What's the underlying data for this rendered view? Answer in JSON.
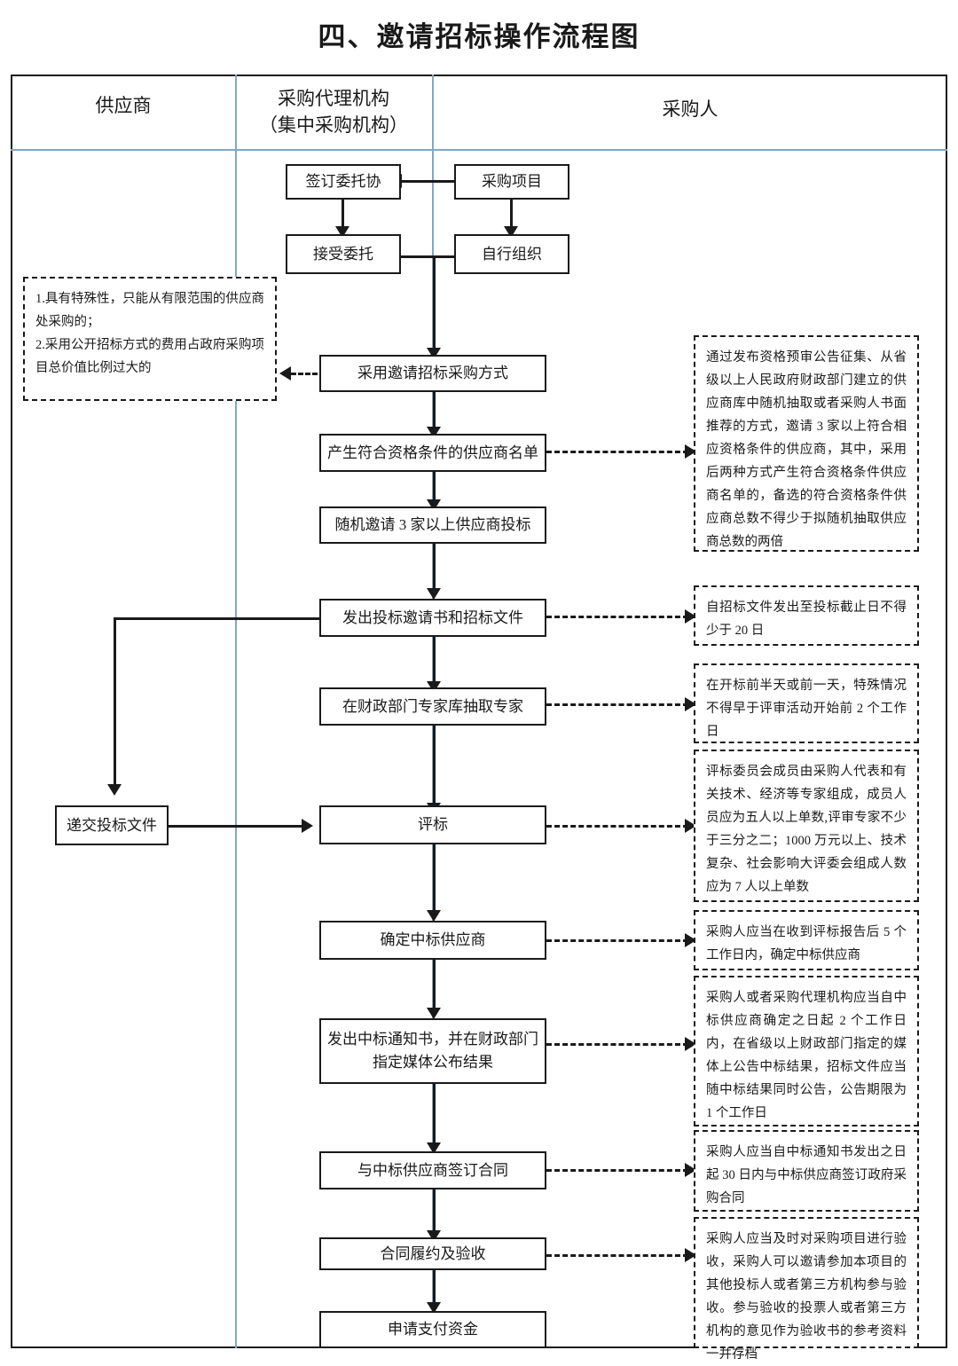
{
  "title": "四、邀请招标操作流程图",
  "lanes": [
    {
      "id": "supplier",
      "label": "供应商"
    },
    {
      "id": "agency",
      "label": "采购代理机构\n（集中采购机构）",
      "line1": "采购代理机构",
      "line2": "（集中采购机构）"
    },
    {
      "id": "buyer",
      "label": "采购人"
    }
  ],
  "nodes": {
    "sign_entrust": "签订委托协",
    "purchase_project": "采购项目",
    "accept_entrust": "接受委托",
    "self_organize": "自行组织",
    "use_invited_bidding": "采用邀请招标采购方式",
    "qualified_supplier_list": "产生符合资格条件的供应商名单",
    "invite_three_suppliers": "随机邀请 3 家以上供应商投标",
    "issue_invitation_docs": "发出投标邀请书和招标文件",
    "draw_experts": "在财政部门专家库抽取专家",
    "submit_bid_docs": "递交投标文件",
    "bid_evaluation": "评标",
    "determine_winner": "确定中标供应商",
    "issue_award_notice": "发出中标通知书，并在财政部门\n指定媒体公布结果",
    "issue_award_notice_line1": "发出中标通知书，并在财政部门",
    "issue_award_notice_line2": "指定媒体公布结果",
    "sign_contract": "与中标供应商签订合同",
    "contract_performance": "合同履约及验收",
    "apply_payment": "申请支付资金"
  },
  "notes": {
    "left_conditions": "1.具有特殊性，只能从有限范围的供应商处采购的；\n2.采用公开招标方式的费用占政府采购项目总价值比例过大的",
    "qualified_supplier_rule": "通过发布资格预审公告征集、从省级以上人民政府财政部门建立的供应商库中随机抽取或者采购人书面推荐的方式，邀请 3 家以上符合相应资格条件的供应商，其中，采用后两种方式产生符合资格条件供应商名单的，备选的符合资格条件供应商总数不得少于拟随机抽取供应商总数的两倍",
    "bid_deadline_rule": "自招标文件发出至投标截止日不得少于 20 日",
    "expert_draw_rule": "在开标前半天或前一天，特殊情况不得早于评审活动开始前 2 个工作日",
    "evaluation_committee_rule": "评标委员会成员由采购人代表和有关技术、经济等专家组成，成员人员应为五人以上单数,评审专家不少于三分之二；1000 万元以上、技术复杂、社会影响大评委会组成人数应为 7 人以上单数",
    "determine_winner_rule": "采购人应当在收到评标报告后 5 个工作日内，确定中标供应商",
    "award_announce_rule": "采购人或者采购代理机构应当自中标供应商确定之日起 2 个工作日内，在省级以上财政部门指定的媒体上公告中标结果，招标文件应当随中标结果同时公告，公告期限为 1 个工作日",
    "contract_sign_rule": "采购人应当自中标通知书发出之日起 30 日内与中标供应商签订政府采购合同",
    "acceptance_rule": "采购人应当及时对采购项目进行验收，采购人可以邀请参加本项目的其他投标人或者第三方机构参与验收。参与验收的投票人或者第三方机构的意见作为验收书的参考资料一并存档"
  },
  "colors": {
    "lane_divider": "#7fa8c9",
    "stroke": "#1a1a1a",
    "background": "#ffffff"
  }
}
